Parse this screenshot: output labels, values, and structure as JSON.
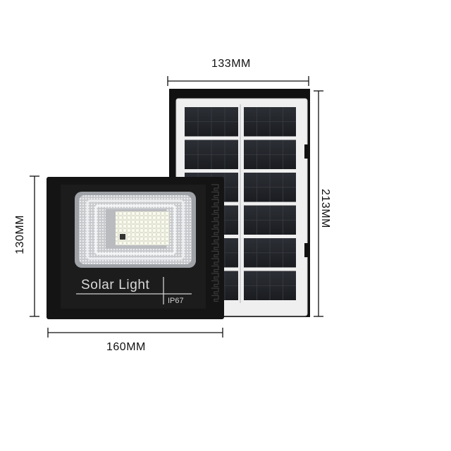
{
  "dimensions": {
    "panel_width": "133MM",
    "panel_height": "213MM",
    "light_height": "130MM",
    "light_width": "160MM"
  },
  "light": {
    "brand_text": "Solar Light",
    "rating_text": "IP67"
  },
  "colors": {
    "background": "#ffffff",
    "body": "#141414",
    "panel_frame": "#ececec",
    "cell": "#23252a",
    "led": "#f2f3e6"
  }
}
